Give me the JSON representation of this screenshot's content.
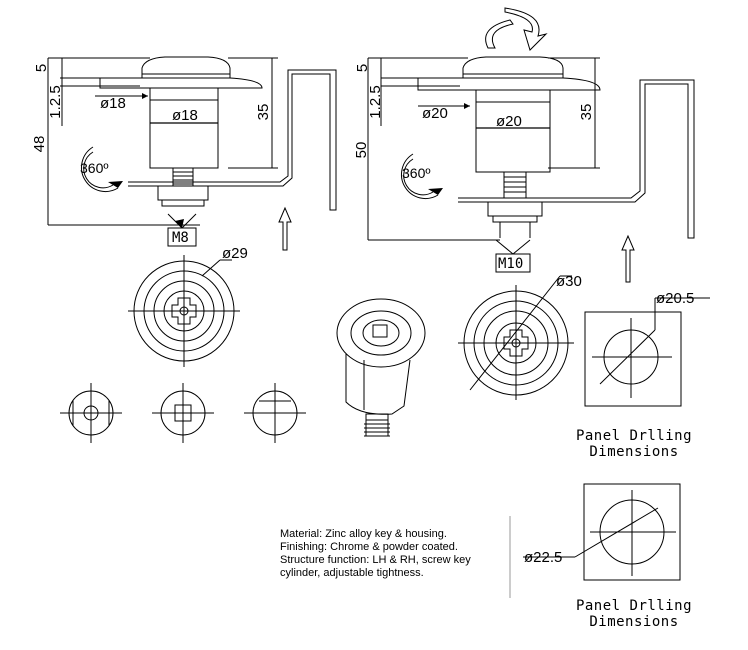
{
  "left_view": {
    "dim_top_5": "5",
    "dim_1_2_5": "1.2.5",
    "dim_total": "48",
    "dim_height": "35",
    "dim_flange": "ø18",
    "dim_body": "ø18",
    "thread": "M8",
    "rotation": "360º",
    "face_dia": "ø29"
  },
  "right_view": {
    "dim_top_5": "5",
    "dim_1_2_5": "1.2.5",
    "dim_total": "50",
    "dim_height": "35",
    "dim_flange": "ø20",
    "dim_body": "ø20",
    "thread": "M10",
    "rotation": "360º",
    "face_dia": "ø30"
  },
  "drilling_1": {
    "diameter": "ø20.5",
    "caption_line1": "Panel Drlling",
    "caption_line2": "Dimensions"
  },
  "drilling_2": {
    "diameter": "ø22.5",
    "caption_line1": "Panel Drlling",
    "caption_line2": "Dimensions"
  },
  "specs": {
    "line1": "Material: Zinc alloy key & housing.",
    "line2": "Finishing: Chrome & powder coated.",
    "line3": "Structure function: LH & RH, screw key",
    "line4": "cylinder, adjustable tightness."
  },
  "icons": {
    "rotation": "rotation-arrow-icon",
    "up_arrow": "up-arrow-icon"
  }
}
